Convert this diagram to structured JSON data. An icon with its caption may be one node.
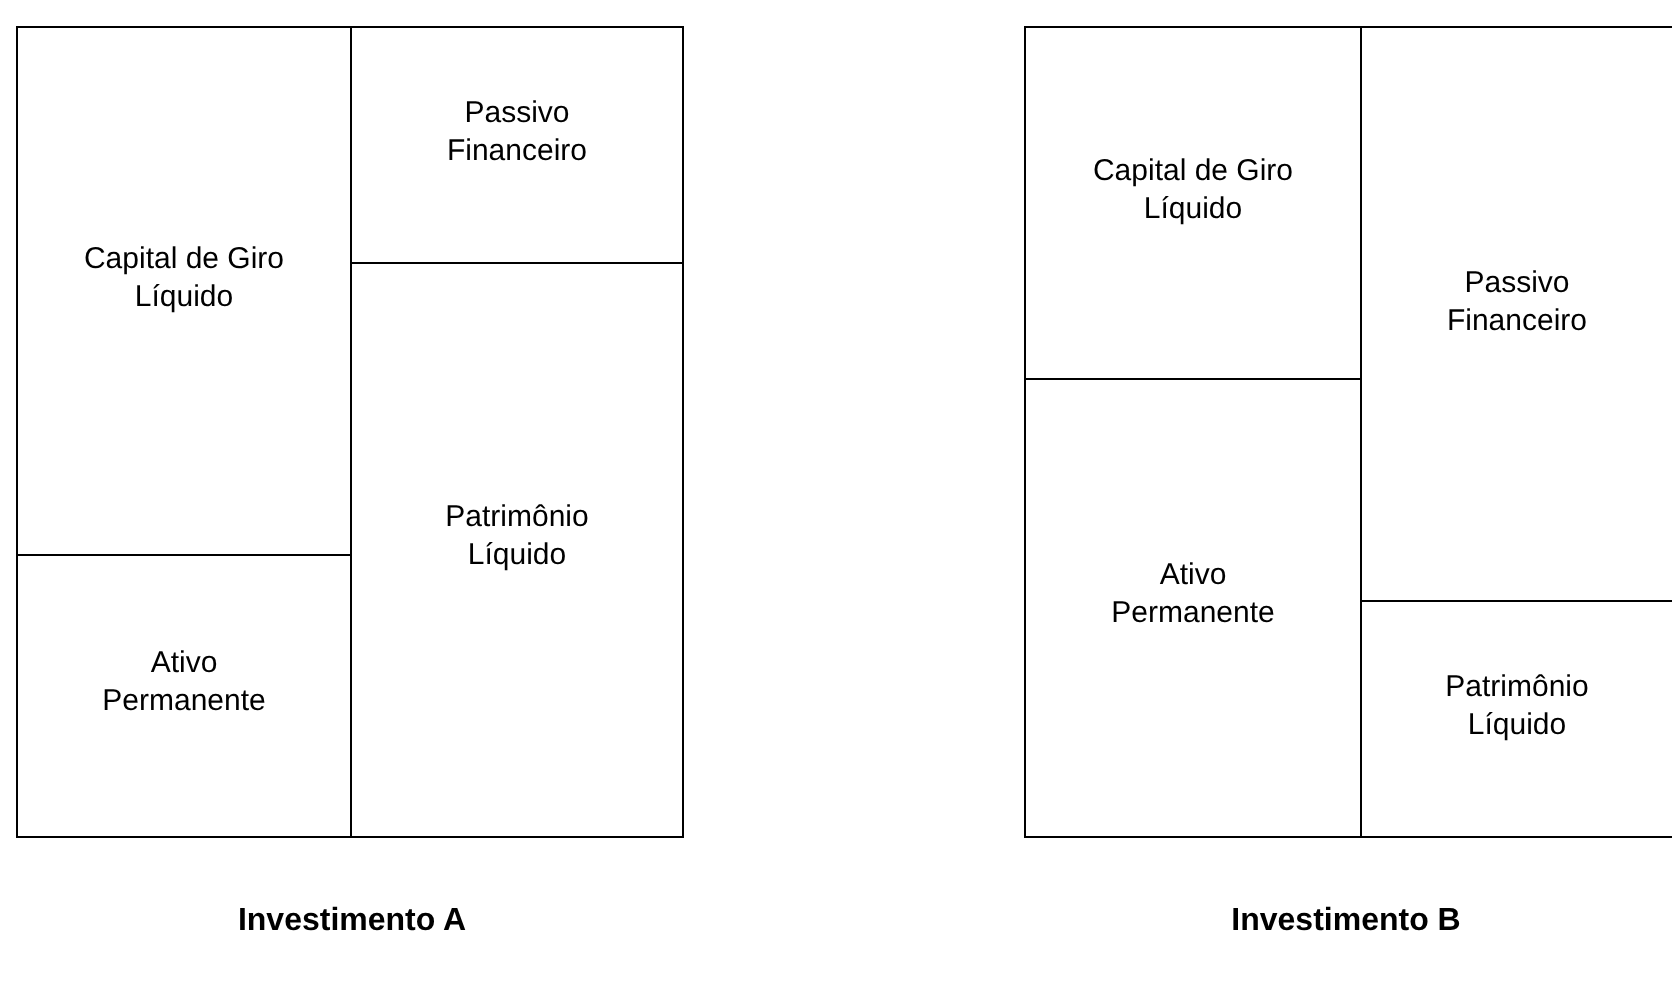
{
  "diagram": {
    "nodes": [
      {
        "text": [],
        "shape": "box"
      },
      {
        "text": [
          "Capital de Giro Líquido"
        ],
        "in": 0
      },
      {
        "text": [
          "Ativo Permanente"
        ],
        "in": 0
      },
      {
        "text": [
          "Passivo Financeiro"
        ],
        "in": 0
      },
      {
        "text": [
          "Patrimônio Líquido"
        ],
        "in": 0
      },
      {
        "text": [],
        "shape": "box"
      },
      {
        "text": [
          "Capital de Giro Líquido"
        ],
        "in": 5
      },
      {
        "text": [
          "Ativo Permanente"
        ],
        "in": 5
      },
      {
        "text": [
          "Passivo Financeiro"
        ],
        "in": 5
      },
      {
        "text": [
          "Patrimônio Líquido"
        ],
        "in": 5
      }
    ],
    "edges": [],
    "labels": [
      "Investimento A",
      "Investimento B"
    ]
  }
}
